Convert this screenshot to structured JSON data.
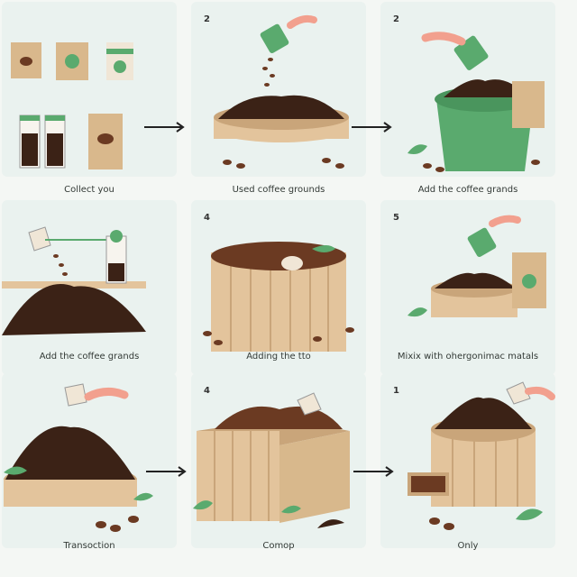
{
  "panels": [
    {
      "id": "p1",
      "number": "",
      "caption": "Collect you"
    },
    {
      "id": "p2",
      "number": "2",
      "caption": "Used coffee grounds"
    },
    {
      "id": "p3",
      "number": "2",
      "caption": "Add the coffee grands"
    },
    {
      "id": "p4",
      "number": "",
      "caption": "Add the coffee grands"
    },
    {
      "id": "p5",
      "number": "4",
      "caption": "Adding the tto"
    },
    {
      "id": "p6",
      "number": "5",
      "caption": "Mixix with ohergonimac matals"
    },
    {
      "id": "p7",
      "number": "",
      "caption": "Transoction"
    },
    {
      "id": "p8",
      "number": "4",
      "caption": "Comop"
    },
    {
      "id": "p9",
      "number": "1",
      "caption": "Only"
    }
  ],
  "colors": {
    "soil": "#3b2216",
    "bean": "#6b3a22",
    "wood": "#e3c49c",
    "wood_dark": "#c9a57a",
    "green": "#5aaa6e",
    "bag": "#d9b88c",
    "hand": "#f2a08e"
  }
}
